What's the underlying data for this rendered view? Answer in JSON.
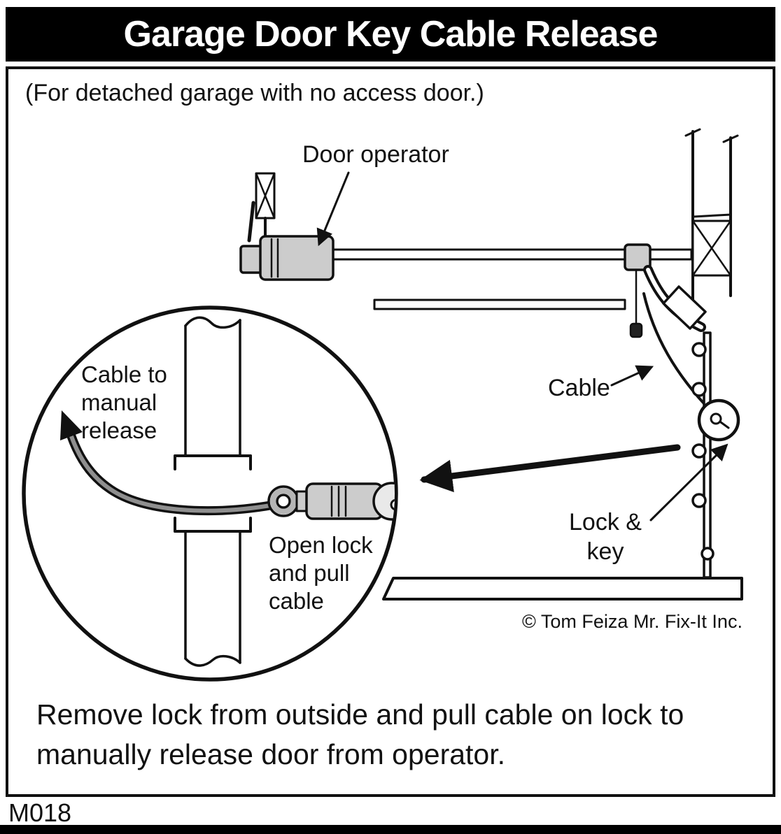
{
  "title": "Garage Door Key Cable Release",
  "subtitle": "(For detached garage with no access door.)",
  "diagram": {
    "labels": {
      "door_operator": "Door operator",
      "cable": "Cable",
      "lock_and_key": "Lock &\nkey",
      "cable_to_manual_release": "Cable to\nmanual\nrelease",
      "open_lock_and_pull_cable": "Open lock\nand pull\ncable"
    },
    "credit": "© Tom Feiza Mr. Fix-It Inc."
  },
  "caption": "Remove lock from outside and pull cable on lock to\nmanually release door from operator.",
  "code": "M018",
  "colors": {
    "ink": "#111111",
    "gray_fill": "#cccccc",
    "cable_gray": "#8f8f8f"
  }
}
